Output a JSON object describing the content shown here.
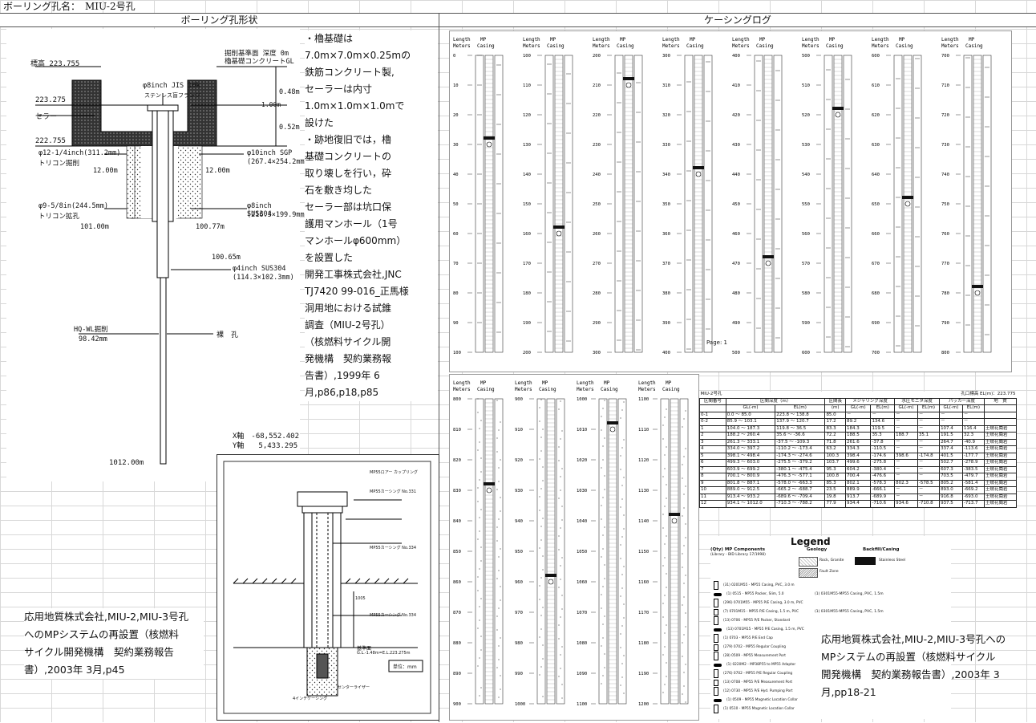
{
  "header": {
    "title": "ボーリング孔名：　MIU-2号孔"
  },
  "sections": {
    "left": "ボーリング孔形状",
    "right": "ケーシングログ"
  },
  "diagram": {
    "elev_top": "標高 223.755",
    "elev_mid": "223.275",
    "elev_low": "222.755",
    "seller": "セラー",
    "datum": "掘削基準面 深度 0m",
    "datum2": "櫓基礎コンクリートGL",
    "flange": "φ8inch JIS 10k",
    "flange2": "ステンレス盲フランジ",
    "d048": "0.48m",
    "d052": "0.52m",
    "d100": "1.00m",
    "tri1": "φ12-1/4inch(311.2mm)",
    "tri1b": "トリコン掘削",
    "tri1d": "12.00m",
    "sgp": "φ10inch SGP",
    "sgpb": "(267.4×254.2mm)",
    "sgpd": "12.00m",
    "tri2": "φ9-5/8in(244.5mm)",
    "tri2b": "トリコン拡孔",
    "tri2d": "101.00m",
    "sus8": "φ8inch SUS304",
    "sus8b": "(216.3×199.9mm)",
    "sus8d": "100.77m",
    "sus4d": "100.65m",
    "sus4": "φ4inch SUS304",
    "sus4b": "(114.3×102.3mm)",
    "hq": "HQ-WL掘削",
    "hqb": "98.42mm",
    "naked": "裸　孔",
    "xaxis": "X軸　-68,552.402",
    "yaxis": "Y軸　　5,433.295",
    "bottom": "1012.00m"
  },
  "notes": {
    "lines": [
      "・櫓基礎は",
      "7.0m×7.0m×0.25mの",
      "鉄筋コンクリート製,",
      "セーラーは内寸",
      "1.0m×1.0m×1.0mで",
      "設けた",
      "・跡地復旧では，櫓",
      "基礎コンクリートの",
      "取り壊しを行い，砕",
      "石を敷き均した",
      "セーラー部は坑口保",
      "護用マンホール（1号",
      "マンホールφ600mm）",
      "を設置した",
      "開発工事株式会社,JNC",
      "TJ7420 99-016_正馬様",
      "洞用地における試錐",
      "調査（MIU-2号孔）",
      "（核燃料サイクル開",
      "発機構　契約業務報",
      "告書）,1999年 6",
      "月,p86,p18,p85"
    ],
    "left_ref": [
      "応用地質株式会社,MIU-2,MIU-3号孔",
      "へのMPシステムの再設置（核燃料",
      "サイクル開発機構　契約業務報告",
      "書）,2003年 3月,p45"
    ],
    "right_ref": [
      "応用地質株式会社,MIU-2,MIU-3号孔への",
      "MPシステムの再設置（核燃料サイクル",
      "開発機構　契約業務報告書）,2003年 3",
      "月,pp18-21"
    ]
  },
  "detail": {
    "unit": "単位：mm",
    "ground": "基準面",
    "ground2": "G.L.-1.48m=E.L.223.275m",
    "label1": "MP55ロアー カップリング",
    "label2": "MP55カーシング No.331",
    "label3": "MP55カーシング No.334",
    "label4": "センターライザー",
    "label5": "4インチケーシング",
    "num1": "1005"
  },
  "casing_log": {
    "col_header1": "Length",
    "col_header2": "Meters",
    "col_header3": "MP",
    "col_header4": "Casing",
    "top_row_depths": [
      [
        "0",
        "10",
        "20",
        "30",
        "40",
        "50",
        "60",
        "70",
        "80",
        "90",
        "100"
      ],
      [
        "100",
        "110",
        "120",
        "130",
        "140",
        "150",
        "160",
        "170",
        "180",
        "190",
        "200"
      ],
      [
        "200",
        "210",
        "220",
        "230",
        "240",
        "250",
        "260",
        "270",
        "280",
        "290",
        "300"
      ],
      [
        "300",
        "310",
        "320",
        "330",
        "340",
        "350",
        "360",
        "370",
        "380",
        "390",
        "400"
      ],
      [
        "400",
        "410",
        "420",
        "430",
        "440",
        "450",
        "460",
        "470",
        "480",
        "490",
        "500"
      ],
      [
        "500",
        "510",
        "520",
        "530",
        "540",
        "550",
        "560",
        "570",
        "580",
        "590",
        "600"
      ],
      [
        "600",
        "610",
        "620",
        "630",
        "640",
        "650",
        "660",
        "670",
        "680",
        "690",
        "700"
      ],
      [
        "700",
        "710",
        "720",
        "730",
        "740",
        "750",
        "760",
        "770",
        "780",
        "790",
        "800"
      ]
    ],
    "bottom_row_depths": [
      [
        "800",
        "810",
        "820",
        "830",
        "840",
        "850",
        "860",
        "870",
        "880",
        "890",
        "900"
      ],
      [
        "900",
        "910",
        "920",
        "930",
        "940",
        "950",
        "960",
        "970",
        "980",
        "990",
        "1000"
      ],
      [
        "1000",
        "1010",
        "1020",
        "1030",
        "1040",
        "1050",
        "1060",
        "1070",
        "1080",
        "1090",
        "1100"
      ],
      [
        "1100",
        "1110",
        "1120",
        "1130",
        "1140",
        "1150",
        "1160",
        "1170",
        "1180",
        "1190",
        "1200"
      ]
    ],
    "page_label": "Page: 1"
  },
  "results_table": {
    "caption": "MIU-2号孔",
    "caption_right": "孔口標高 EL(m)：223.775",
    "headers": [
      "区間番号",
      "区間深度（m）",
      "",
      "区間長",
      "メジャリング深度",
      "",
      "水圧モニタ深度",
      "",
      "パッカー深度",
      "",
      "地　質"
    ],
    "subheaders": [
      "",
      "GL(-m)",
      "EL(m)",
      "(m)",
      "GL(-m)",
      "EL(m)",
      "GL(-m)",
      "EL(m)",
      "GL(-m)",
      "EL(m)",
      ""
    ],
    "rows": [
      [
        "0-1",
        "0.0 ～ 85.0",
        "223.8 ～ 138.8",
        "85.0",
        "－",
        "－",
        "－",
        "－",
        "－",
        "－",
        ""
      ],
      [
        "0-2",
        "85.9 ～ 103.1",
        "137.9 ～ 120.7",
        "17.2",
        "89.2",
        "134.6",
        "－",
        "－",
        "－",
        "－",
        ""
      ],
      [
        "1",
        "104.0 ～ 187.3",
        "119.8 ～ 36.5",
        "83.3",
        "184.3",
        "119.5",
        "－",
        "－",
        "107.4",
        "116.4",
        "土岐花崗岩"
      ],
      [
        "2",
        "188.2 ～ 260.4",
        "35.6 ～ -36.6",
        "72.2",
        "188.5",
        "35.3",
        "188.7",
        "35.1",
        "191.5",
        "32.3",
        "土岐花崗岩"
      ],
      [
        "3",
        "261.3 ～ 333.1",
        "-37.5 ～ -109.3",
        "71.8",
        "261.6",
        "-37.8",
        "－",
        "－",
        "264.7",
        "-40.9",
        "土岐花崗岩"
      ],
      [
        "4",
        "334.0 ～ 397.2",
        "-110.2 ～ -173.4",
        "63.2",
        "334.3",
        "-110.5",
        "－",
        "－",
        "337.4",
        "-113.6",
        "土岐花崗岩"
      ],
      [
        "5",
        "398.1 ～ 498.4",
        "-174.3 ～ -274.6",
        "100.3",
        "398.4",
        "-174.6",
        "398.6",
        "-174.8",
        "401.5",
        "-177.7",
        "土岐花崗岩"
      ],
      [
        "6",
        "499.3 ～ 603.0",
        "-275.5 ～ -379.2",
        "103.7",
        "499.6",
        "-275.8",
        "－",
        "－",
        "502.7",
        "-278.9",
        "土岐花崗岩"
      ],
      [
        "7",
        "603.9 ～ 699.2",
        "-380.1 ～ -475.4",
        "95.3",
        "604.2",
        "-380.4",
        "－",
        "－",
        "607.3",
        "-383.5",
        "土岐花崗岩"
      ],
      [
        "8",
        "700.1 ～ 800.9",
        "-476.3 ～ -577.1",
        "100.8",
        "700.4",
        "-476.6",
        "－",
        "－",
        "703.5",
        "-479.7",
        "土岐花崗岩"
      ],
      [
        "9",
        "801.8 ～ 887.1",
        "-578.0 ～ -663.3",
        "85.3",
        "802.1",
        "-578.3",
        "802.3",
        "-578.5",
        "805.2",
        "-581.4",
        "土岐花崗岩"
      ],
      [
        "10",
        "889.0 ～ 912.5",
        "-665.2 ～ -688.7",
        "23.5",
        "889.9",
        "-666.1",
        "－",
        "－",
        "893.0",
        "-669.2",
        "土岐花崗岩"
      ],
      [
        "11",
        "913.4 ～ 933.2",
        "-689.6 ～ -709.4",
        "19.8",
        "913.7",
        "-689.9",
        "－",
        "－",
        "916.8",
        "-693.0",
        "土岐花崗岩"
      ],
      [
        "12",
        "934.1 ～ 1012.0",
        "-710.3 ～ -788.2",
        "77.9",
        "934.4",
        "-710.6",
        "934.6",
        "-710.8",
        "937.5",
        "-713.7",
        "土岐花崗岩"
      ]
    ]
  },
  "legend": {
    "title": "Legend",
    "col1": "(Qty) MP Components",
    "col1b": "(Library - BID Library 17/1998)",
    "col2": "Geology",
    "col3": "Backfill/Casing",
    "geo1": "Rock, Granite",
    "geo2": "Fault Zone",
    "back1": "Stainless Steel",
    "items": [
      "(31) 0201M55 - MP55 Casing, PVC, 3.0 m",
      "(1) 0515 - MP55 Packer, Slim, 5.0",
      "(296) 0701M55 - MP55 P/E Casing, 3.0 m, PVC",
      "(7) 0701M15 - MP55 P/E Casing, 1.5 m, PVC",
      "(13) 0706 - MP55 P/E Packer, Standard",
      "(13) 0701M15 - MP55 P/E Casing, 1.5 m, PVC",
      "(1) 0703 - MP55 P/E End Cap",
      "(279) 0702 - MP55 Regular Coupling",
      "(28) 0509 - MP55 Measurement Port",
      "(1) 0220M2 - MP38P55 to MP55 Adaptor",
      "(276) 0702 - MP55 P/E Regular Coupling",
      "(13) 0708 - MP55 P/E Measurement Port",
      "(12) 0730 - MP55 P/E Hyd. Pumping Port",
      "(1) 0509 - MP55 Magnetic Location Collar",
      "(1) 0510 - MP55 Magnetic Location Collar"
    ],
    "right_items": [
      "(1) 0301M55-MP55 Casing, PVC, 1.5m",
      "(1) 0301M55-MP55 Casing, PVC, 1.5m"
    ]
  },
  "colors": {
    "grid": "#d8d8d8",
    "border": "#555555",
    "hatch": "#222222"
  }
}
